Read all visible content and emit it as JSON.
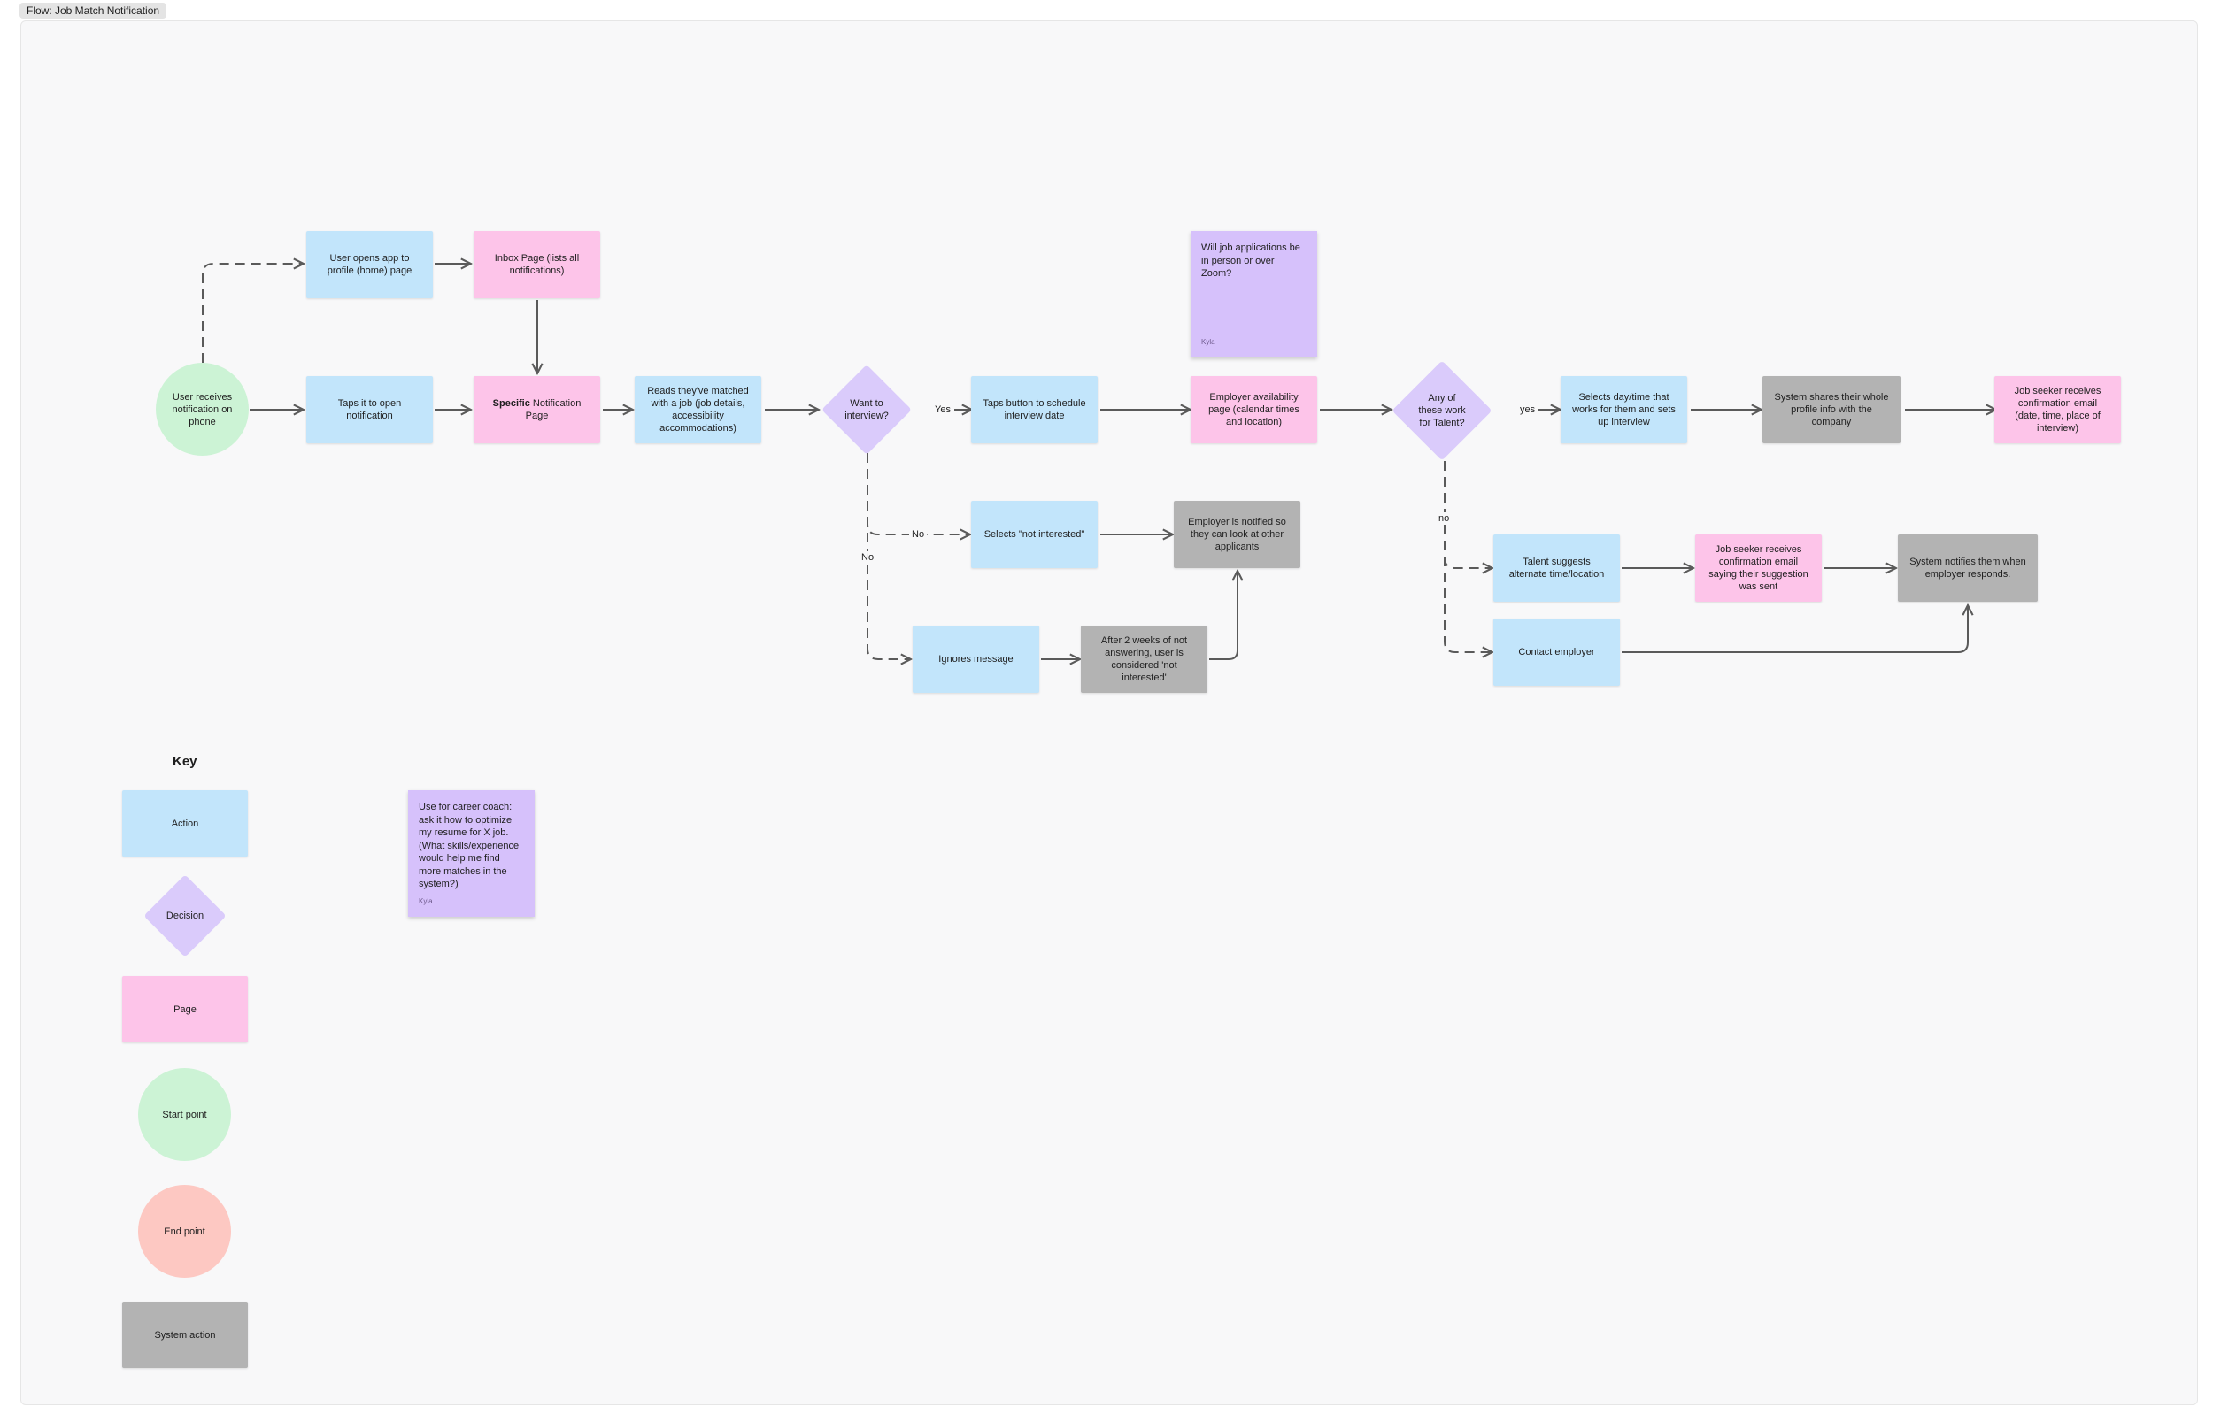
{
  "flow_title": "Flow: Job Match Notification",
  "nodes": {
    "start": "User receives notification on phone",
    "open_app": "User opens app to profile (home) page",
    "inbox_page": "Inbox Page (lists all notifications)",
    "tap_notification": "Taps it to open notification",
    "specific_bold": "Specific",
    "specific_rest": " Notification Page",
    "reads_match": "Reads they've matched with a job (job details, accessibility accommodations)",
    "want_interview": "Want to interview?",
    "tap_schedule": "Taps button to schedule interview date",
    "employer_availability": "Employer availability page (calendar times and location)",
    "any_work": "Any of these work for Talent?",
    "selects_daytime": "Selects day/time that works for them and sets up interview",
    "system_shares": "System shares their whole profile info with the company",
    "confirmation_email": "Job seeker receives confirmation email (date, time, place of interview)",
    "not_interested": "Selects \"not interested\"",
    "employer_notified": "Employer is notified so they can look at other applicants",
    "ignores": "Ignores message",
    "after_two_weeks": "After 2 weeks of not answering, user is considered 'not interested'",
    "talent_suggests": "Talent suggests alternate time/location",
    "suggestion_email": "Job seeker receives confirmation email saying their suggestion was sent",
    "system_notifies": "System notifies them when employer responds.",
    "contact_employer": "Contact employer"
  },
  "edge_labels": {
    "yes_upper": "Yes",
    "no_dashed": "No",
    "no_vertical": "No",
    "yes_lower": "yes",
    "no_lower": "no"
  },
  "stickies": {
    "zoom_question": {
      "text": "Will job applications be in person or over Zoom?",
      "author": "Kyla"
    },
    "career_coach": {
      "text": "Use for career coach: ask it how to optimize my resume for X job. (What skills/experience would help me find more matches in the system?)",
      "author": "Kyla"
    }
  },
  "key": {
    "title": "Key",
    "action": "Action",
    "decision": "Decision",
    "page": "Page",
    "start": "Start point",
    "end": "End point",
    "system": "System action"
  },
  "colors": {
    "action": "#c2e5fb",
    "page": "#fdc4e9",
    "decision": "#dacbfb",
    "start": "#ccf3d5",
    "end": "#fdc8c2",
    "system": "#b3b3b3",
    "sticky": "#d6c1fb",
    "connector": "#5a5a5a"
  }
}
